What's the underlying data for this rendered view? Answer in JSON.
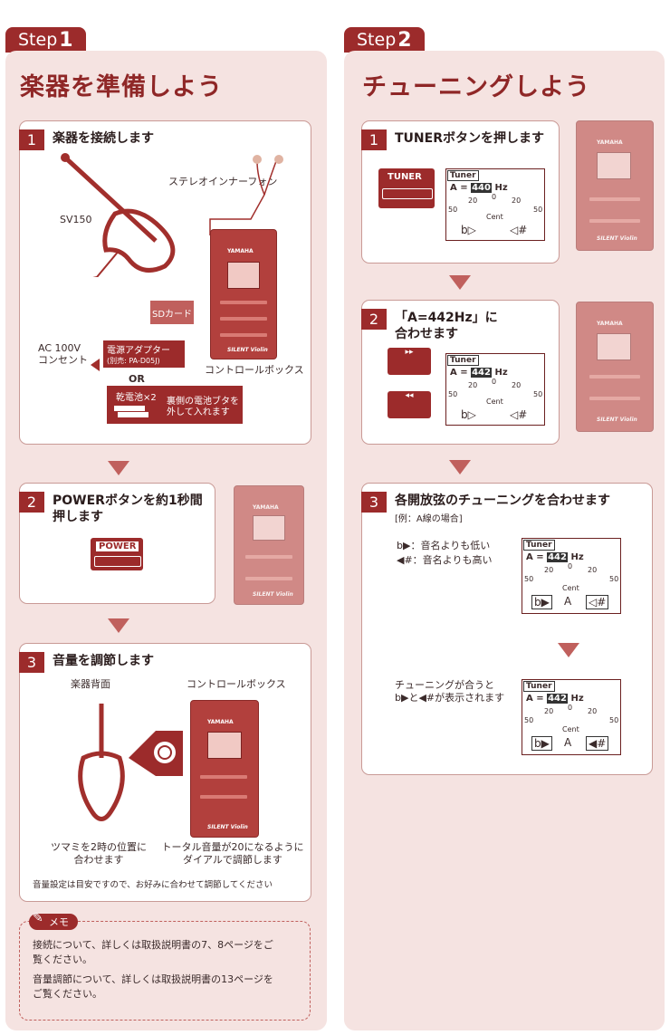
{
  "step1": {
    "tab_word": "Step",
    "tab_num": "1",
    "heading": "楽器を準備しよう",
    "card1": {
      "num": "1",
      "title": "楽器を接続します",
      "earphone": "ステレオインナーフォン",
      "model": "SV150",
      "sdcard": "SDカード",
      "ac": "AC 100V\nコンセント",
      "adapter": "電源アダプター",
      "adapter_sub": "(別売: PA-D05J)",
      "or": "OR",
      "control_box": "コントロールボックス",
      "battery": "乾電池×2",
      "battery_note": "裏側の電池ブタを\n外して入れます"
    },
    "card2": {
      "num": "2",
      "title": "POWERボタンを約1秒間\n押します",
      "power_label": "POWER"
    },
    "card3": {
      "num": "3",
      "title": "音量を調節します",
      "left_caption": "楽器背面",
      "right_caption": "コントロールボックス",
      "left_note": "ツマミを2時の位置に\n合わせます",
      "right_note": "トータル音量が20になるように\nダイアルで調節します",
      "footnote": "音量設定は目安ですので、お好みに合わせて調節してください"
    },
    "memo": {
      "badge": "メモ",
      "items": [
        "接続について、詳しくは取扱説明書の7、8ページをご\n覧ください。",
        "音量調節について、詳しくは取扱説明書の13ページを\nご覧ください。"
      ]
    }
  },
  "step2": {
    "tab_word": "Step",
    "tab_num": "2",
    "heading": "チューニングしよう",
    "card1": {
      "num": "1",
      "title": "TUNERボタンを押します",
      "tuner_label": "TUNER"
    },
    "card2": {
      "num": "2",
      "title": "「A=442Hz」に\n合わせます"
    },
    "card3": {
      "num": "3",
      "title": "各開放弦のチューニングを合わせます",
      "example": "[例：A線の場合]",
      "legend1": "b▶：音名よりも低い",
      "legend2": "◀#：音名よりも高い",
      "note": "チューニングが合うと\nb▶と◀#が表示されます",
      "note_name": "A"
    }
  },
  "lcd": {
    "tuner": "Tuner",
    "a_prefix": "A =",
    "hz": "Hz",
    "cent": "Cent",
    "ticks": [
      "50",
      "20",
      "0",
      "20",
      "50"
    ],
    "freq_440": "440",
    "freq_442": "442",
    "flat_sym": "b▷",
    "sharp_sym": "◁#",
    "flat_on": "b▶",
    "sharp_on": "◀#"
  },
  "device": {
    "brand": "YAMAHA",
    "logo": "SILENT Violin"
  },
  "colors": {
    "accent": "#9c2b2b",
    "bg": "#f5e3e1",
    "arrow": "#c0605d"
  }
}
